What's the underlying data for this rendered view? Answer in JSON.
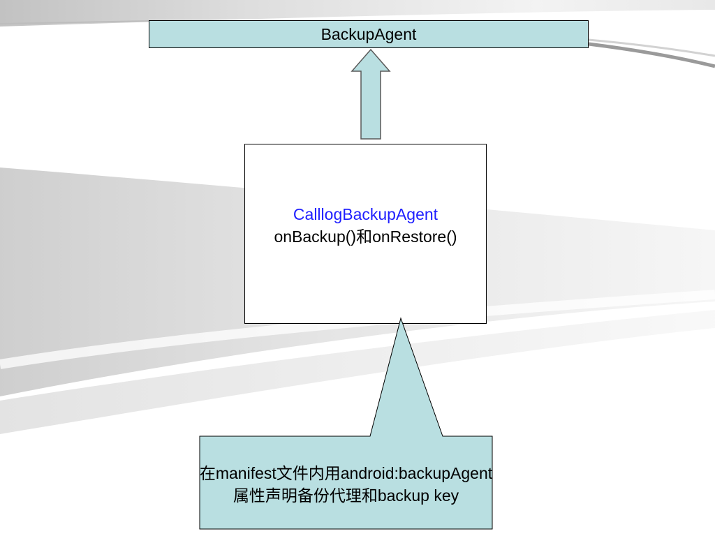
{
  "diagram": {
    "top_box": {
      "label": "BackupAgent"
    },
    "middle_box": {
      "class_name": "CalllogBackupAgent",
      "methods": "onBackup()和onRestore()"
    },
    "callout": {
      "line1": "在manifest文件内用android:backupAgent",
      "line2": "属性声明备份代理和backup key"
    }
  },
  "colors": {
    "box_fill": "#b9dfe1",
    "class_name_blue": "#1e1eff",
    "border": "#000000"
  }
}
